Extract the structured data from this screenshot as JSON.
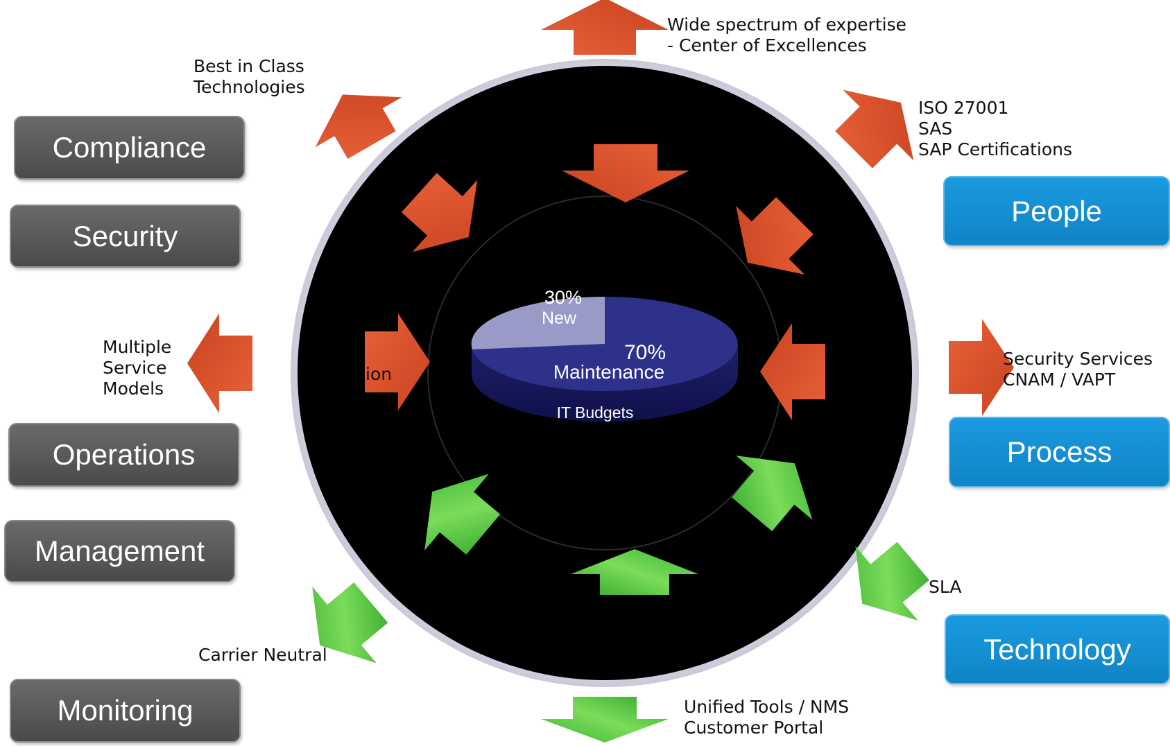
{
  "left_boxes": [
    "Compliance",
    "Security",
    "Operations",
    "Management",
    "Monitoring"
  ],
  "right_boxes": [
    "People",
    "Process",
    "Technology"
  ],
  "labels": {
    "expertise": [
      "Wide spectrum of expertise",
      "- Center of Excellences"
    ],
    "best_in_class": [
      "Best in Class",
      "Technologies"
    ],
    "certifications": [
      "ISO 27001",
      "SAS",
      "SAP Certifications"
    ],
    "service_models": [
      "Multiple",
      "Service",
      "Models"
    ],
    "partial": "ion",
    "security_services": [
      "Security Services",
      "CNAM / VAPT"
    ],
    "sla": "SLA",
    "carrier": "Carrier Neutral",
    "tools": [
      "Unified Tools  / NMS",
      "Customer Portal"
    ]
  },
  "pie": {
    "title": "IT Budgets",
    "new_pct": "30%",
    "new_label": "New",
    "maint_pct": "70%",
    "maint_label": "Maintenance"
  },
  "chart_data": {
    "type": "pie",
    "title": "IT Budgets",
    "categories": [
      "New",
      "Maintenance"
    ],
    "values": [
      30,
      70
    ]
  },
  "colors": {
    "red_arrow": "#e35a2e",
    "green_arrow": "#5cc84a",
    "gray_box": "#5a5a5a",
    "blue_box": "#1592d8",
    "pie_new": "#9a9ac8",
    "pie_maintenance": "#2e318a",
    "circle": "#000000"
  }
}
